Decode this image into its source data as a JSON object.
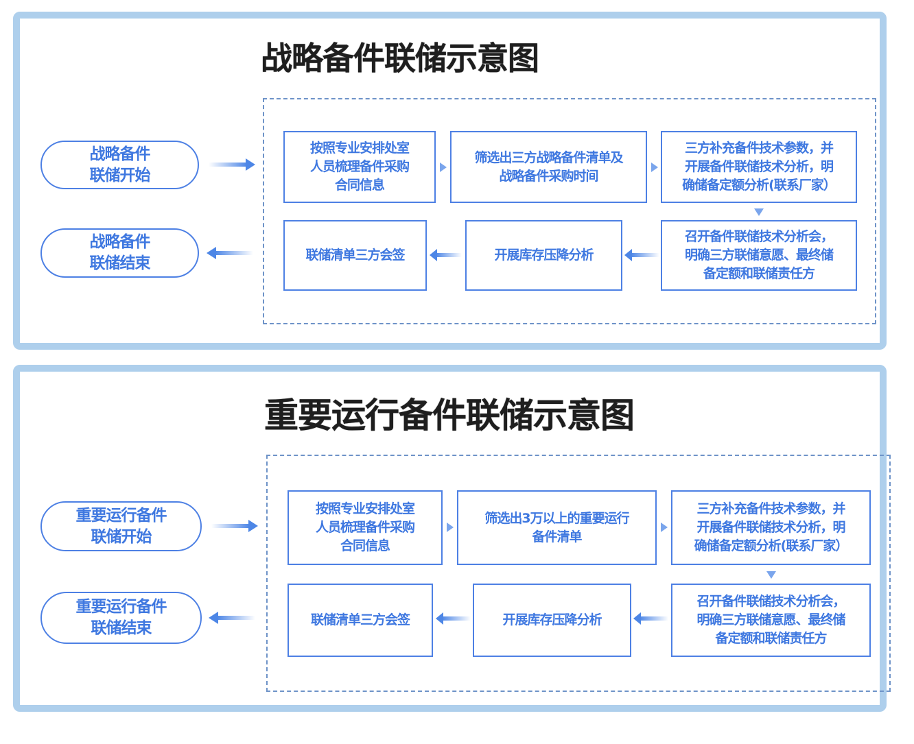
{
  "diagrams": [
    {
      "title": "战略备件联储示意图",
      "start": "战略备件\n联储开始",
      "end": "战略备件\n联储结束",
      "steps": [
        "按照专业安排处室\n人员梳理备件采购\n合同信息",
        "筛选出三方战略备件清单及\n战略备件采购时间",
        "三方补充备件技术参数，并\n开展备件联储技术分析，明\n确储备定额分析(联系厂家）",
        "召开备件联储技术分析会，\n明确三方联储意愿、最终储\n备定额和联储责任方",
        "开展库存压降分析",
        "联储清单三方会签"
      ]
    },
    {
      "title": "重要运行备件联储示意图",
      "start": "重要运行备件\n联储开始",
      "end": "重要运行备件\n联储结束",
      "steps": [
        "按照专业安排处室\n人员梳理备件采购\n合同信息",
        "筛选出3万以上的重要运行\n备件清单",
        "三方补充备件技术参数，并\n开展备件联储技术分析，明\n确储备定额分析(联系厂家）",
        "召开备件联储技术分析会，\n明确三方联储意愿、最终储\n备定额和联储责任方",
        "开展库存压降分析",
        "联储清单三方会签"
      ]
    }
  ],
  "colors": {
    "panel_border": "#AECFEC",
    "box_border": "#4D80E4",
    "box_text": "#3F78E0",
    "dashed_border": "#6E93C8",
    "arrow": "#4D86E6",
    "title_text": "#1E1E1E"
  }
}
